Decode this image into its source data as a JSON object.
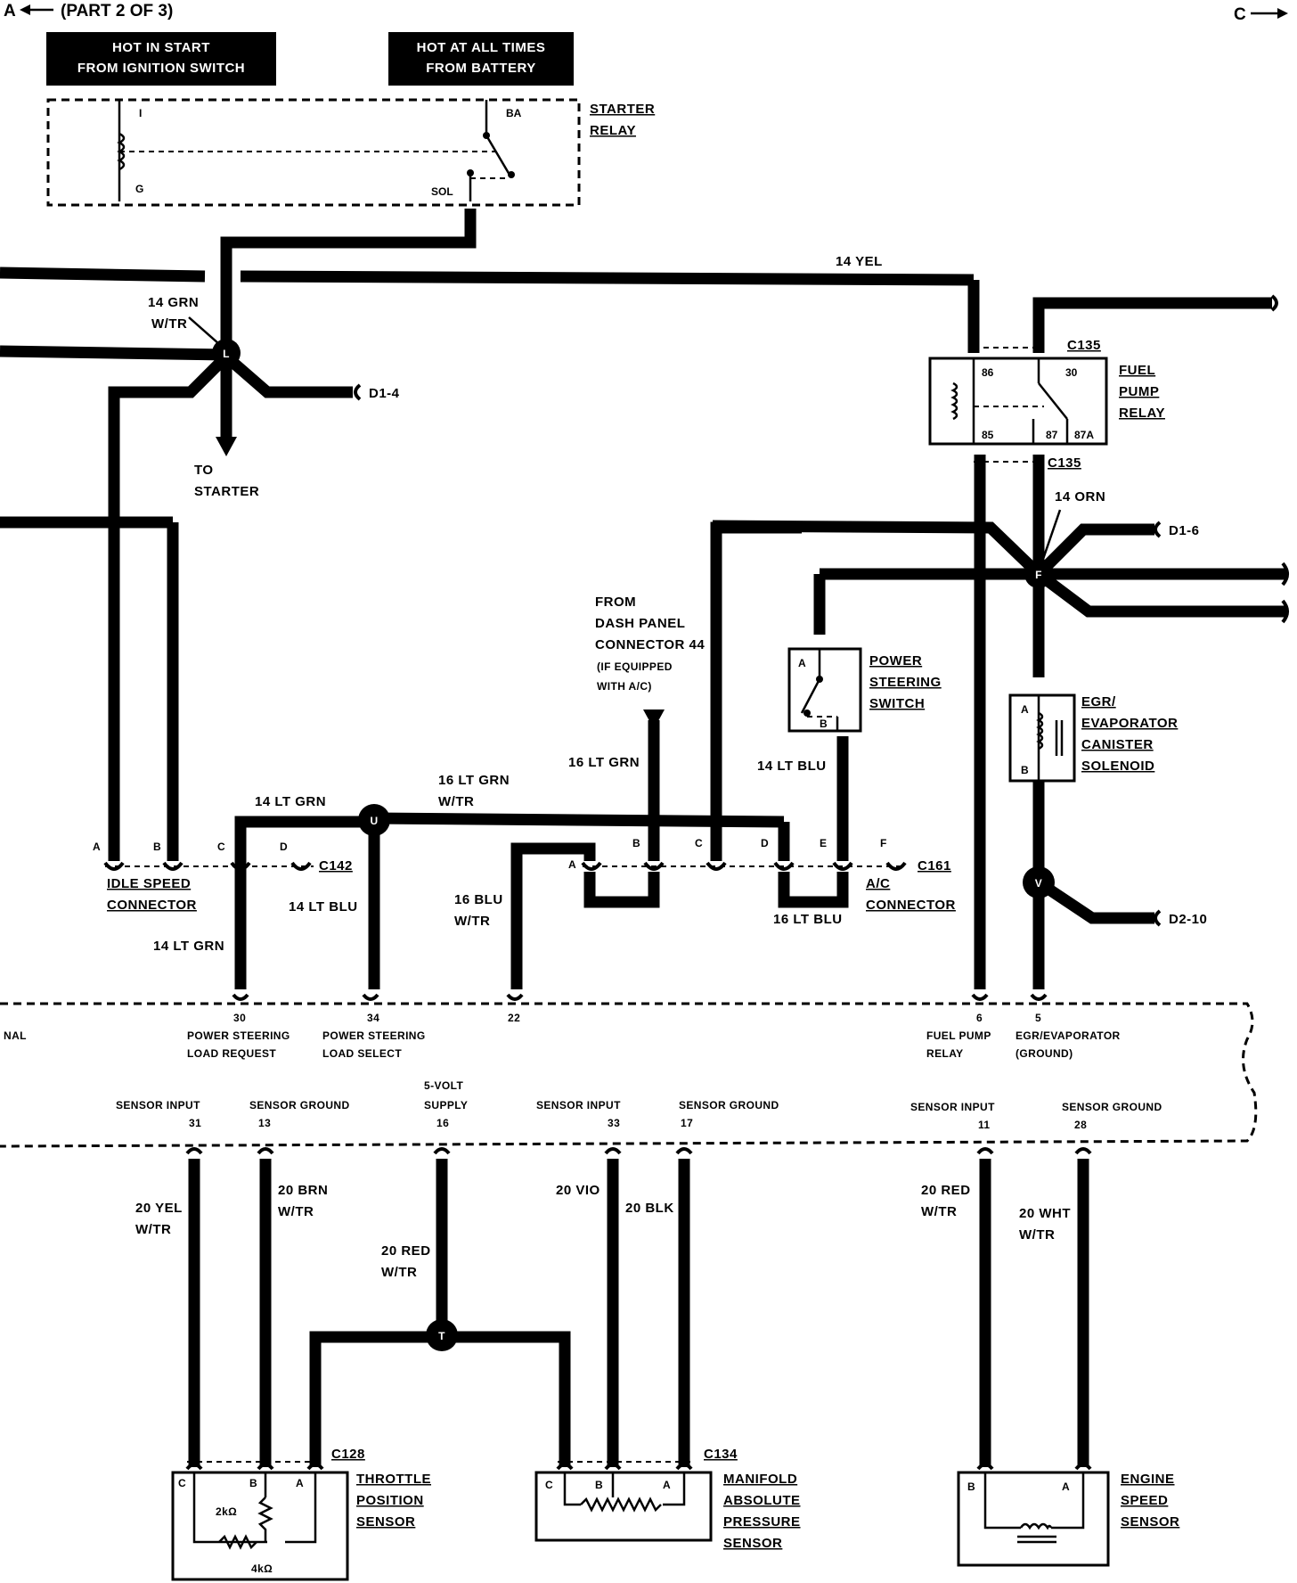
{
  "header": {
    "left_ref": "A",
    "part_label": "(PART 2 OF 3)",
    "right_ref": "C"
  },
  "sources": {
    "hot_start": [
      "HOT IN START",
      "FROM IGNITION SWITCH"
    ],
    "hot_always": [
      "HOT AT ALL TIMES",
      "FROM BATTERY"
    ]
  },
  "components": {
    "starter_relay": {
      "name": [
        "STARTER",
        "RELAY"
      ],
      "pins": {
        "i": "I",
        "g": "G",
        "ba": "BA",
        "sol": "SOL"
      }
    },
    "fuel_pump_relay": {
      "name": [
        "FUEL",
        "PUMP",
        "RELAY"
      ],
      "connector_top": "C135",
      "connector_bottom": "C135",
      "pins": {
        "p86": "86",
        "p30": "30",
        "p85": "85",
        "p87": "87",
        "p87a": "87A"
      }
    },
    "power_steering_switch": {
      "name": [
        "POWER",
        "STEERING",
        "SWITCH"
      ],
      "pins": {
        "a": "A",
        "b": "B"
      }
    },
    "egr_solenoid": {
      "name": [
        "EGR/",
        "EVAPORATOR",
        "CANISTER",
        "SOLENOID"
      ],
      "pins": {
        "a": "A",
        "b": "B"
      }
    },
    "idle_speed_connector": {
      "name": [
        "IDLE SPEED",
        "CONNECTOR"
      ],
      "pins": [
        "A",
        "B",
        "C",
        "D"
      ],
      "connector": "C142"
    },
    "ac_connector": {
      "name": [
        "A/C",
        "CONNECTOR"
      ],
      "pins": [
        "A",
        "B",
        "C",
        "D",
        "E",
        "F"
      ],
      "connector": "C161"
    },
    "throttle_position_sensor": {
      "name": [
        "THROTTLE",
        "POSITION",
        "SENSOR"
      ],
      "connector": "C128",
      "pins": {
        "c": "C",
        "b": "B",
        "a": "A"
      },
      "r1": "2kΩ",
      "r2": "4kΩ"
    },
    "map_sensor": {
      "name": [
        "MANIFOLD",
        "ABSOLUTE",
        "PRESSURE",
        "SENSOR"
      ],
      "connector": "C134",
      "pins": {
        "c": "C",
        "b": "B",
        "a": "A"
      }
    },
    "engine_speed_sensor": {
      "name": [
        "ENGINE",
        "SPEED",
        "SENSOR"
      ],
      "pins": {
        "b": "B",
        "a": "A"
      }
    }
  },
  "splices": {
    "l": "L",
    "u": "U",
    "f": "F",
    "v": "V",
    "t": "T"
  },
  "wires": {
    "w14yel": "14 YEL",
    "w14grn_wtr": [
      "14 GRN",
      "W/TR"
    ],
    "w14orn": "14 ORN",
    "w14ltgrn_top": "14 LT GRN",
    "w16ltgrn_wtr": [
      "16 LT GRN",
      "W/TR"
    ],
    "w16ltgrn": "16 LT GRN",
    "w14ltblu_right": "14 LT BLU",
    "w14ltblu_left": "14 LT BLU",
    "w14ltgrn_left": "14 LT GRN",
    "w16blu_wtr": [
      "16 BLU",
      "W/TR"
    ],
    "w16ltblu": "16 LT BLU",
    "w20yel_wtr": [
      "20 YEL",
      "W/TR"
    ],
    "w20brn_wtr": [
      "20 BRN",
      "W/TR"
    ],
    "w20red_wtr_t": [
      "20 RED",
      "W/TR"
    ],
    "w20vio": "20 VIO",
    "w20blk": "20 BLK",
    "w20red_wtr": [
      "20 RED",
      "W/TR"
    ],
    "w20wht_wtr": [
      "20 WHT",
      "W/TR"
    ]
  },
  "refs": {
    "d1_4": "D1-4",
    "d1_6": "D1-6",
    "d2_10": "D2-10"
  },
  "notes": {
    "to_starter": [
      "TO",
      "STARTER"
    ],
    "dash_panel": [
      "FROM",
      "DASH PANEL",
      "CONNECTOR 44"
    ],
    "dash_panel_note": [
      "(IF EQUIPPED",
      "WITH A/C)"
    ]
  },
  "ecm": {
    "fragment": "NAL",
    "top_pins": [
      {
        "num": "30",
        "desc": [
          "POWER STEERING",
          "LOAD REQUEST"
        ]
      },
      {
        "num": "34",
        "desc": [
          "POWER STEERING",
          "LOAD SELECT"
        ]
      },
      {
        "num": "22",
        "desc": []
      },
      {
        "num": "6",
        "desc": [
          "FUEL PUMP",
          "RELAY"
        ]
      },
      {
        "num": "5",
        "desc": [
          "EGR/EVAPORATOR",
          "(GROUND)"
        ]
      }
    ],
    "bottom_pins": [
      {
        "num": "31",
        "desc": [
          "SENSOR INPUT"
        ]
      },
      {
        "num": "13",
        "desc": [
          "SENSOR GROUND"
        ]
      },
      {
        "num": "16",
        "desc": [
          "5-VOLT",
          "SUPPLY"
        ]
      },
      {
        "num": "33",
        "desc": [
          "SENSOR INPUT"
        ]
      },
      {
        "num": "17",
        "desc": [
          "SENSOR GROUND"
        ]
      },
      {
        "num": "11",
        "desc": [
          "SENSOR INPUT"
        ]
      },
      {
        "num": "28",
        "desc": [
          "SENSOR GROUND"
        ]
      }
    ]
  }
}
